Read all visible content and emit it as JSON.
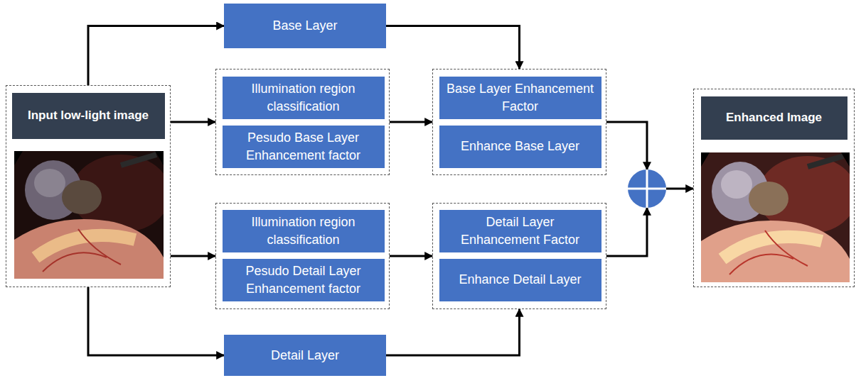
{
  "diagram": {
    "nodes": [
      {
        "text": [
          "Base Layer"
        ]
      },
      {
        "text": []
      },
      {
        "text": [
          "Input low-light image"
        ],
        "in": 1
      },
      {
        "text": []
      },
      {
        "text": [
          "Illumination region classification"
        ],
        "in": 3
      },
      {
        "text": [
          "Pesudo Base Layer Enhancement factor"
        ],
        "in": 3
      },
      {
        "text": []
      },
      {
        "text": [
          "Base Layer Enhancement Factor"
        ],
        "in": 6
      },
      {
        "text": [
          "Enhance Base Layer"
        ],
        "in": 6
      },
      {
        "text": []
      },
      {
        "text": []
      },
      {
        "text": [
          "Enhanced Image"
        ],
        "in": 10
      },
      {
        "text": []
      },
      {
        "text": [
          "Illumination region classification"
        ],
        "in": 12
      },
      {
        "text": [
          "Pesudo Detail Layer Enhancement factor"
        ],
        "in": 12
      },
      {
        "text": []
      },
      {
        "text": [
          "Detail Layer Enhancement Factor"
        ],
        "in": 15
      },
      {
        "text": [
          "Enhance Detail Layer"
        ],
        "in": 15
      },
      {
        "text": [
          "Detail Layer"
        ]
      }
    ],
    "edges": [
      {
        "from": 1,
        "to": 0,
        "arrow": "to"
      },
      {
        "from": 1,
        "to": 3,
        "arrow": "to"
      },
      {
        "from": 0,
        "to": 6,
        "arrow": "to"
      },
      {
        "from": 3,
        "to": 6,
        "arrow": "to"
      },
      {
        "from": 6,
        "to": 9,
        "arrow": "to"
      },
      {
        "from": 9,
        "to": 10,
        "arrow": "to"
      },
      {
        "from": 1,
        "to": 12,
        "arrow": "to"
      },
      {
        "from": 12,
        "to": 15,
        "arrow": "to"
      },
      {
        "from": 18,
        "to": 15,
        "arrow": "to"
      },
      {
        "from": 1,
        "to": 18,
        "arrow": "to"
      },
      {
        "from": 15,
        "to": 9,
        "arrow": "to"
      }
    ]
  }
}
